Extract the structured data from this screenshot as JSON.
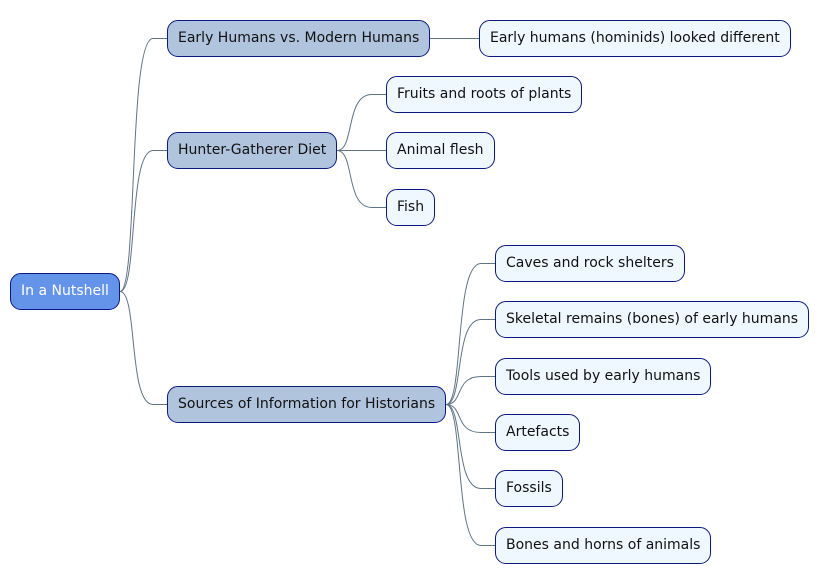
{
  "mindmap": {
    "root": {
      "label": "In a Nutshell"
    },
    "branches": [
      {
        "label": "Early Humans vs. Modern Humans",
        "children": [
          "Early humans (hominids) looked different"
        ]
      },
      {
        "label": "Hunter-Gatherer Diet",
        "children": [
          "Fruits and roots of plants",
          "Animal flesh",
          "Fish"
        ]
      },
      {
        "label": "Sources of Information for Historians",
        "children": [
          "Caves and rock shelters",
          "Skeletal remains (bones) of early humans",
          "Tools used by early humans",
          "Artefacts",
          "Fossils",
          "Bones and horns of animals"
        ]
      }
    ]
  },
  "colors": {
    "root_fill": "#6494ea",
    "branch_fill": "#b0c4de",
    "leaf_fill": "#f0f8ff",
    "node_border": "#0a1a80",
    "connector": "#5f7486"
  }
}
